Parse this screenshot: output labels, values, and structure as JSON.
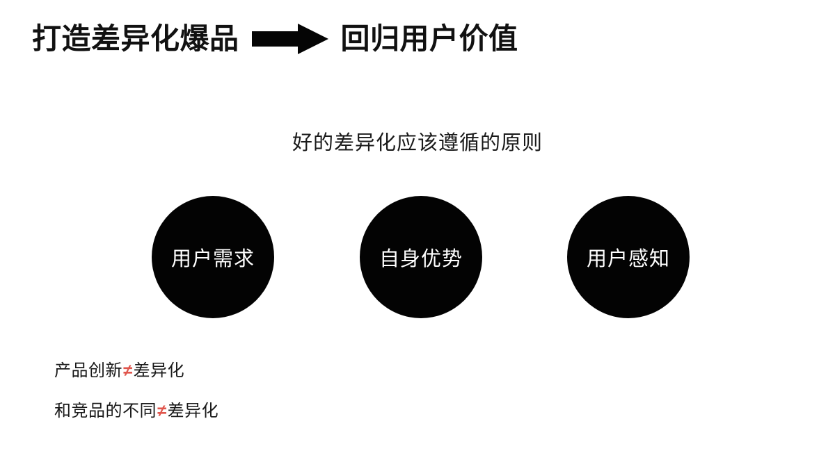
{
  "slide": {
    "background_color": "#ffffff",
    "title": {
      "left_text": "打造差异化爆品",
      "arrow_icon": "right-arrow-icon",
      "right_text": "回归用户价值",
      "color": "#111111"
    },
    "subtitle": "好的差异化应该遵循的原则",
    "principles": [
      {
        "label": "用户需求",
        "fill_color": "#030303",
        "text_color": "#ffffff"
      },
      {
        "label": "自身优势",
        "fill_color": "#030303",
        "text_color": "#ffffff"
      },
      {
        "label": "用户感知",
        "fill_color": "#030303",
        "text_color": "#ffffff"
      }
    ],
    "notes": [
      {
        "left": "产品创新",
        "operator": "≠",
        "right": "差异化",
        "operator_color": "#e0564d"
      },
      {
        "left": "和竞品的不同",
        "operator": "≠",
        "right": "差异化",
        "operator_color": "#e0564d"
      }
    ]
  }
}
